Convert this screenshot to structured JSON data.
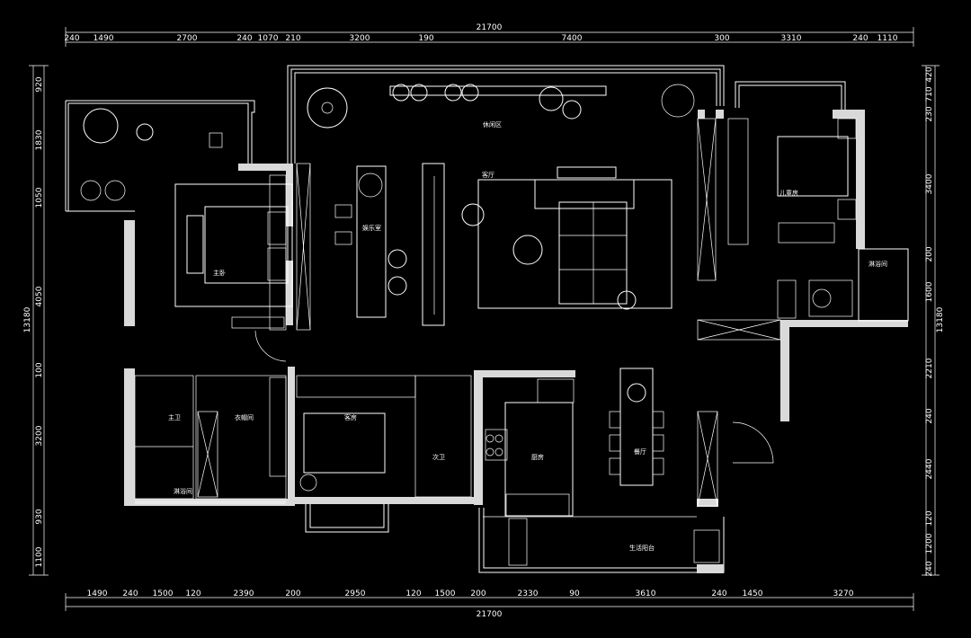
{
  "dimensions": {
    "total_width": "21700",
    "total_height": "13180",
    "top": [
      "240",
      "1490",
      "2700",
      "240",
      "1070",
      "210",
      "3200",
      "190",
      "7400",
      "300",
      "3310",
      "240",
      "1110"
    ],
    "bottom": [
      "1490",
      "240",
      "1500",
      "120",
      "2390",
      "200",
      "2950",
      "120",
      "1500",
      "200",
      "2330",
      "90",
      "3610",
      "240",
      "1450",
      "3270"
    ],
    "left": [
      "920",
      "1830",
      "1050",
      "4050",
      "100",
      "3200",
      "930",
      "1100"
    ],
    "right": [
      "420",
      "710",
      "230",
      "3400",
      "200",
      "1600",
      "2210",
      "240",
      "2440",
      "120",
      "1200",
      "240"
    ]
  },
  "rooms": {
    "leisure": "休闲区",
    "living": "客厅",
    "entertainment": "娱乐室",
    "master_bedroom": "主卧",
    "kids_room": "儿童房",
    "shower_right": "淋浴间",
    "master_bath": "主卫",
    "walk_in_closet": "衣帽间",
    "guest_room": "客房",
    "second_bath": "次卫",
    "kitchen": "厨房",
    "dining": "餐厅",
    "shower_left": "淋浴间",
    "laundry_balcony": "生活阳台"
  },
  "colors": {
    "background": "#000000",
    "lines": "#ffffff",
    "walls": "#d9d9d9"
  }
}
